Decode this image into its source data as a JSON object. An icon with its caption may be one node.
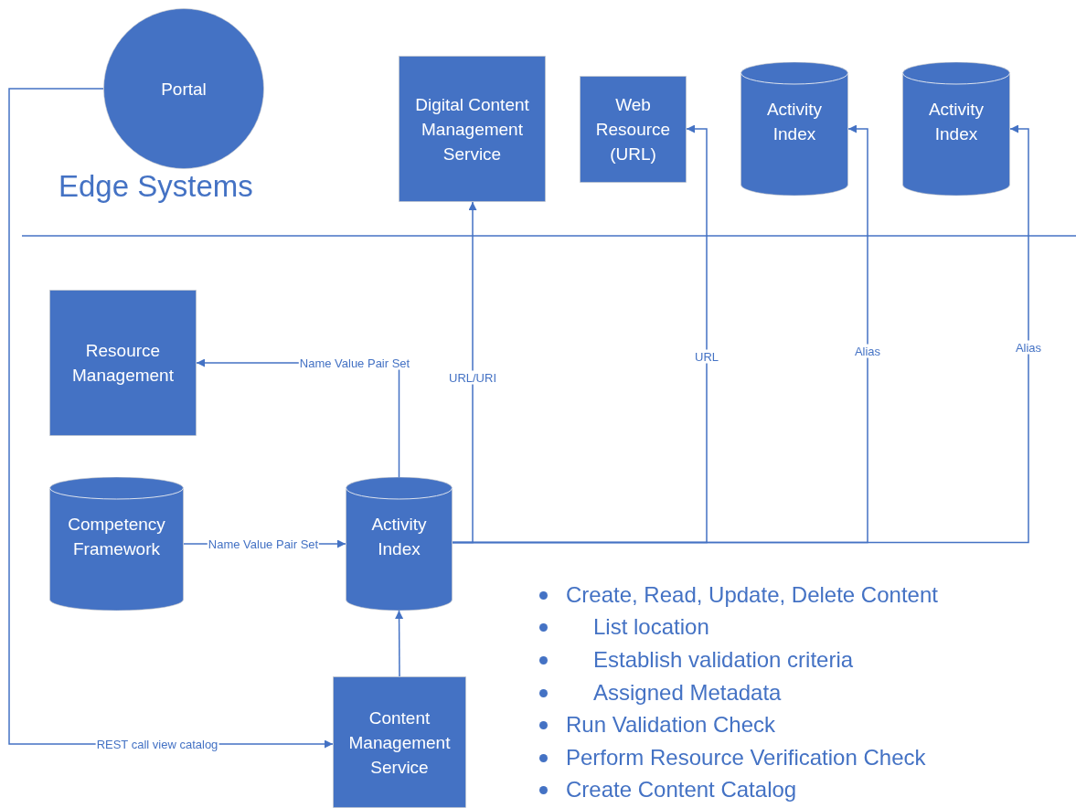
{
  "diagram": {
    "nodes": [
      {
        "text": [
          "Portal"
        ]
      },
      {
        "text": [
          "Digital Content Management Service"
        ]
      },
      {
        "text": [
          "Web Resource (URL)"
        ]
      },
      {
        "text": [
          "Activity Index"
        ]
      },
      {
        "text": [
          "Activity Index"
        ]
      },
      {
        "text": [
          "Resource Management"
        ]
      },
      {
        "text": [
          "Competency Framework"
        ]
      },
      {
        "text": [
          "Activity Index"
        ]
      },
      {
        "text": [
          "Content Management Service"
        ]
      }
    ],
    "edges": [
      {
        "from": 0,
        "to": 8,
        "arrow": "to",
        "label": "REST call view catalog"
      },
      {
        "from": 7,
        "to": 5,
        "arrow": "to",
        "label": "Name Value Pair Set"
      },
      {
        "from": 6,
        "to": 7,
        "arrow": "to",
        "label": "Name Value Pair Set"
      },
      {
        "from": 8,
        "to": 7,
        "arrow": "to"
      },
      {
        "from": 7,
        "to": 1,
        "arrow": "to",
        "label": "URL/URI"
      },
      {
        "from": 7,
        "to": 2,
        "arrow": "to",
        "label": "URL"
      },
      {
        "from": 7,
        "to": 3,
        "arrow": "to",
        "label": "Alias"
      },
      {
        "from": 7,
        "to": 4,
        "arrow": "to",
        "label": "Alias"
      }
    ],
    "labels": [
      "Edge Systems",
      "Create, Read, Update, Delete Content",
      "List location",
      "Establish validation criteria",
      "Assigned Metadata",
      "Run Validation Check",
      "Perform Resource Verification Check",
      "Create Content Catalog"
    ]
  }
}
